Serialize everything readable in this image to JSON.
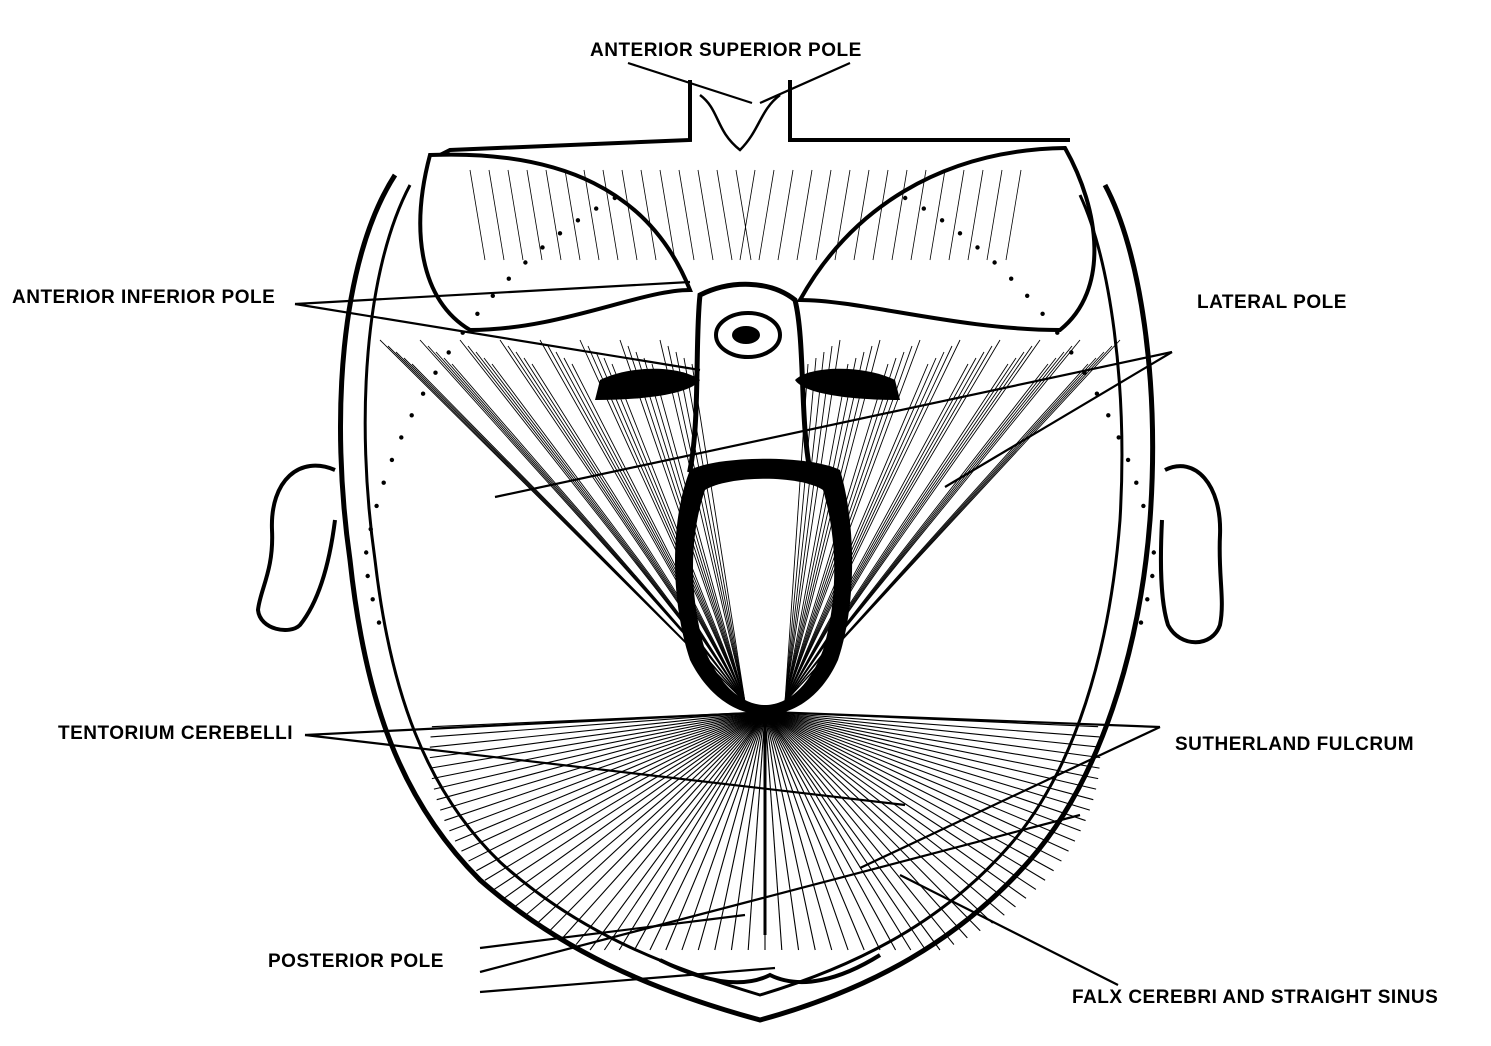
{
  "labels": {
    "anterior_superior_pole": "ANTERIOR SUPERIOR POLE",
    "anterior_inferior_pole": "ANTERIOR INFERIOR POLE",
    "lateral_pole": "LATERAL POLE",
    "tentorium_cerebelli": "TENTORIUM CEREBELLI",
    "sutherland_fulcrum": "SUTHERLAND FULCRUM",
    "posterior_pole": "POSTERIOR POLE",
    "falx_cerebri_straight_sinus": "FALX CEREBRI AND STRAIGHT SINUS"
  },
  "colors": {
    "ink": "#000000",
    "paper": "#ffffff"
  }
}
